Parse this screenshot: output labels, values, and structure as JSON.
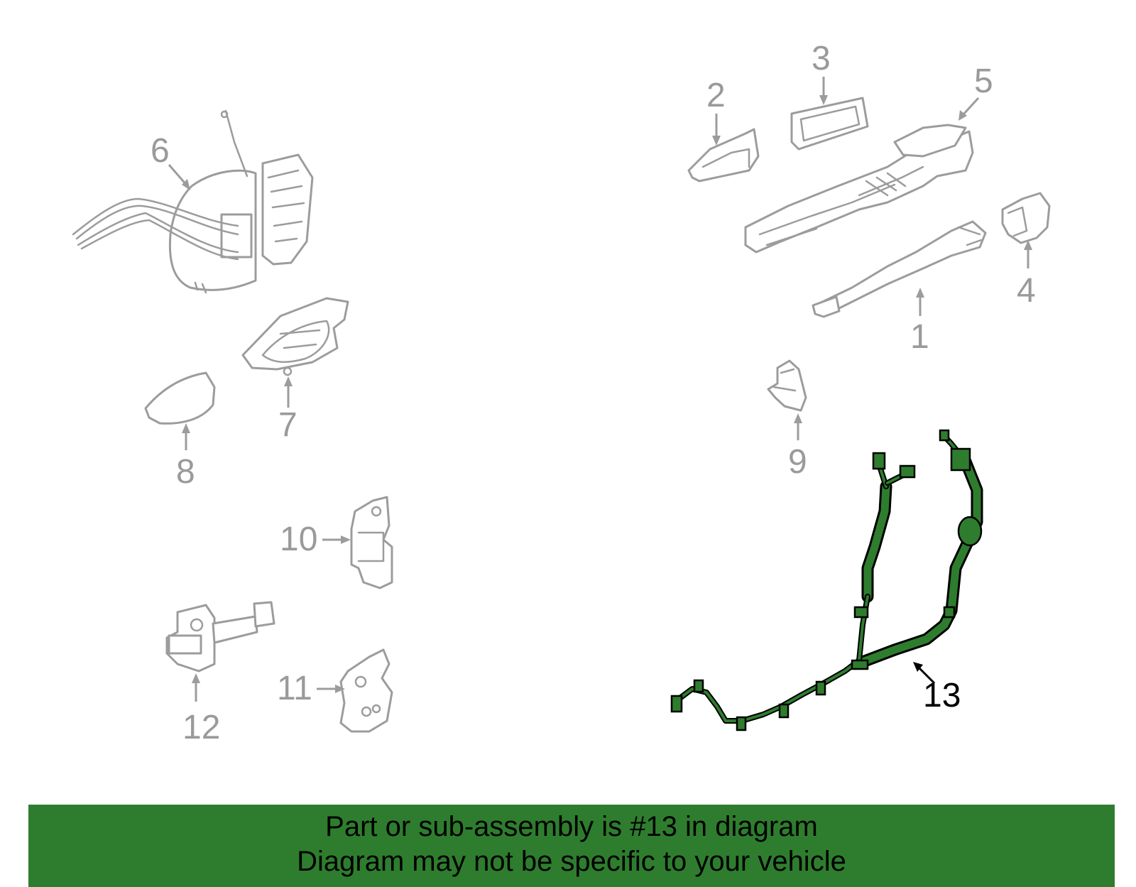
{
  "callouts": {
    "c1": "1",
    "c2": "2",
    "c3": "3",
    "c4": "4",
    "c5": "5",
    "c6": "6",
    "c7": "7",
    "c8": "8",
    "c9": "9",
    "c10": "10",
    "c11": "11",
    "c12": "12",
    "c13": "13"
  },
  "highlighted_part": "13",
  "colors": {
    "highlight": "#2e7d2e",
    "callout_gray": "#9a9a9a",
    "part_outline": "#9c9c9c"
  },
  "banner": {
    "line1": "Part or sub-assembly is #13 in diagram",
    "line2": "Diagram may not be specific to your vehicle"
  }
}
